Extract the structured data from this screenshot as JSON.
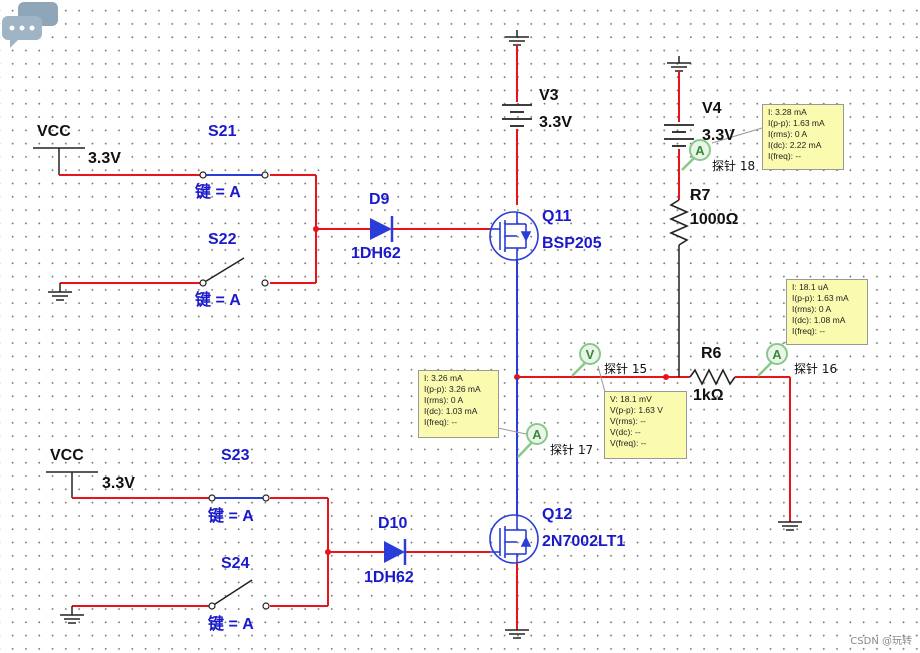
{
  "components": {
    "vcc_top": {
      "name": "VCC",
      "value": "3.3V"
    },
    "vcc_bottom": {
      "name": "VCC",
      "value": "3.3V"
    },
    "s21": {
      "name": "S21",
      "key": "键 = A"
    },
    "s22": {
      "name": "S22",
      "key": "键 = A"
    },
    "s23": {
      "name": "S23",
      "key": "键 = A"
    },
    "s24": {
      "name": "S24",
      "key": "键 = A"
    },
    "d9": {
      "name": "D9",
      "model": "1DH62"
    },
    "d10": {
      "name": "D10",
      "model": "1DH62"
    },
    "q11": {
      "name": "Q11",
      "model": "BSP205"
    },
    "q12": {
      "name": "Q12",
      "model": "2N7002LT1"
    },
    "v3": {
      "name": "V3",
      "value": "3.3V"
    },
    "v4": {
      "name": "V4",
      "value": "3.3V"
    },
    "r7": {
      "name": "R7",
      "value": "1000Ω"
    },
    "r6": {
      "name": "R6",
      "value": "1kΩ"
    }
  },
  "probes": {
    "p15": {
      "label": "探针 15",
      "symbol": "V",
      "readings": [
        "V: 18.1 mV",
        "V(p-p): 1.63 V",
        "V(rms): --",
        "V(dc): --",
        "V(freq): --"
      ]
    },
    "p16": {
      "label": "探针 16",
      "symbol": "A",
      "readings": [
        "I: 18.1 uA",
        "I(p-p): 1.63 mA",
        "I(rms): 0 A",
        "I(dc): 1.08 mA",
        "I(freq): --"
      ]
    },
    "p17": {
      "label": "探针 17",
      "symbol": "A",
      "readings": [
        "I: 3.26 mA",
        "I(p-p): 3.26 mA",
        "I(rms): 0 A",
        "I(dc): 1.03 mA",
        "I(freq): --"
      ]
    },
    "p18": {
      "label": "探针 18",
      "symbol": "A",
      "readings": [
        "I: 3.28 mA",
        "I(p-p): 1.63 mA",
        "I(rms): 0 A",
        "I(dc): 2.22 mA",
        "I(freq): --"
      ]
    }
  },
  "watermark": "CSDN @玩转",
  "colors": {
    "wire": "#e8141c",
    "blue_wire": "#2a3dd8",
    "label": "#1a1acc",
    "tooltip": "#fbfbb0",
    "probe": "#8ac78a"
  }
}
